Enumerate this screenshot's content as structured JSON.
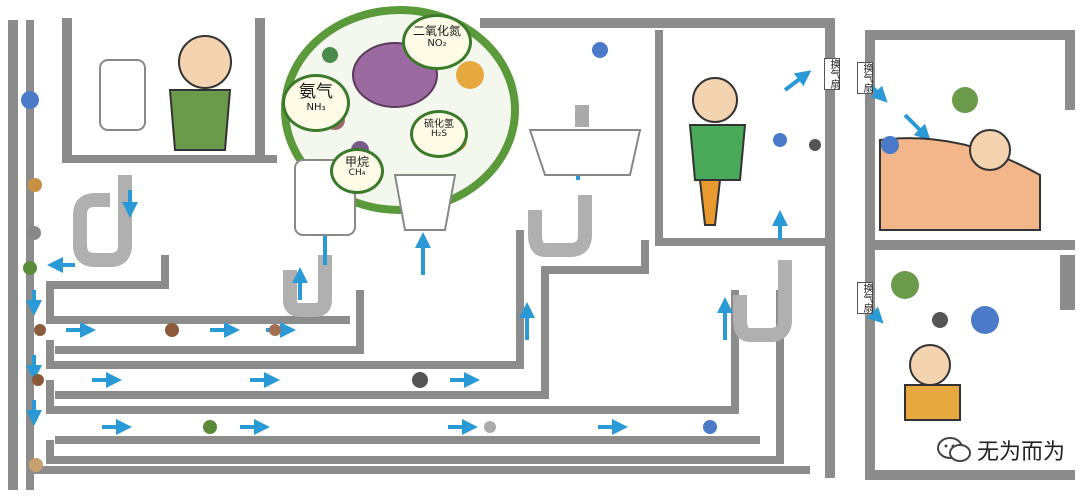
{
  "gases": {
    "ammonia": {
      "name": "氨气",
      "formula": "NH₃"
    },
    "nitrogen_dioxide": {
      "name": "二氧化氮",
      "formula": "NO₂"
    },
    "hydrogen_sulfide": {
      "name": "硫化氢",
      "formula": "H₂S"
    },
    "methane": {
      "name": "甲烷",
      "formula": "CH₄"
    }
  },
  "fans": {
    "fan1": "换气扇",
    "fan2": "换气扇",
    "fan3": "换气扇"
  },
  "watermark": "无为而为",
  "colors": {
    "pipe": "#9a9a9a",
    "wall": "#8c8c8c",
    "arrow": "#2a9ad6",
    "bubble_ring": "#5a9a3a"
  }
}
